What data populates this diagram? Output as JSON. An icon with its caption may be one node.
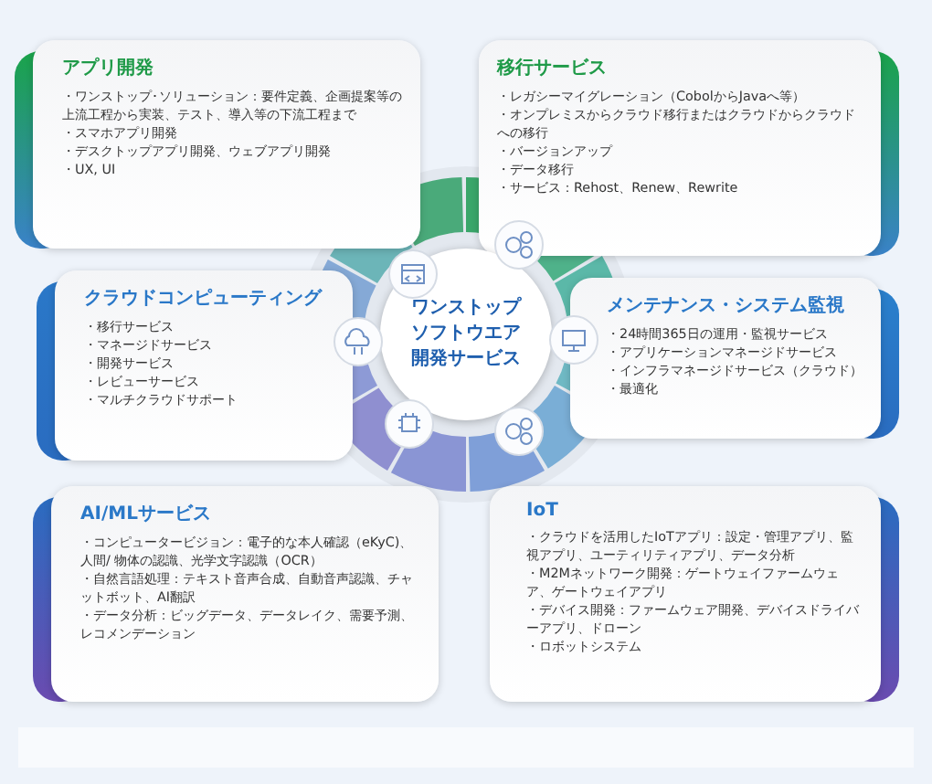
{
  "diagram": {
    "nodes": [
      {
        "text": [
          "アプリ開発",
          "・ワンストップ･ソリューション：要件定義、企画提案等の上流工程から実装、テスト、導入等の下流工程まで",
          "・スマホアプリ開発",
          "・デスクトップアプリ開発、ウェブアプリ開発",
          "・UX, UI"
        ]
      },
      {
        "text": [
          "移行サービス",
          "・レガシーマイグレーション（CobolからJavaへ等）",
          "・オンプレミスからクラウド移行またはクラウドからクラウドへの移行",
          "・バージョンアップ",
          "・データ移行",
          "・サービス：Rehost、Renew、Rewrite"
        ]
      },
      {
        "text": [
          "クラウドコンピューティング",
          "・移行サービス",
          "・マネージドサービス",
          "・開発サービス",
          "・レビューサービス",
          "・マルチクラウドサポート"
        ]
      },
      {
        "text": [
          "ワンストップソフトウエア開発サービス"
        ]
      },
      {
        "text": [
          "メンテナンス・システム監視",
          "・24時間365日の運用・監視サービス",
          "・アプリケーションマネージドサービス",
          "・インフラマネージドサービス（クラウド）",
          "・最適化"
        ]
      },
      {
        "text": [
          "AI/MLサービス",
          "・コンピュータービジョン：電子的な本人確認（eKyC)、人間/ 物体の認識、光学文字認識（OCR）",
          "・自然言語処理：テキスト音声合成、自動音声認識、チャットボット、AI翻訳",
          "・データ分析：ビッグデータ、データレイク、需要予測、レコメンデーション"
        ]
      },
      {
        "text": [
          "IoT",
          "・クラウドを活用したIoTアプリ：設定・管理アプリ、監視アプリ、ユーティリティアプリ、データ分析",
          "・M2Mネットワーク開発：ゲートウェイファームウェア、ゲートウェイアプリ",
          "・デバイス開発：ファームウェア開発、デバイスドライバーアプリ、ドローン",
          "・ロボットシステム"
        ]
      }
    ]
  }
}
